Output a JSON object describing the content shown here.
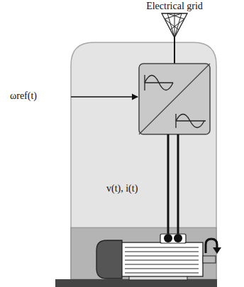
{
  "diagram": {
    "labels": [
      "Electrical grid",
      "ωref(t)",
      "v(t), i(t)"
    ]
  }
}
